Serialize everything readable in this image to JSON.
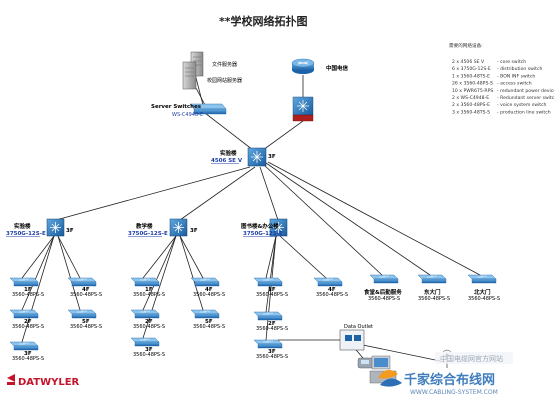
{
  "title": "**学校网络拓扑图",
  "servers": {
    "file_server": "文件服务器",
    "web_server": "校园网站服务器",
    "switch_label": "Server Switches",
    "switch_model": "WS-C4948-E"
  },
  "isp": "中国电信",
  "core": {
    "building": "实验楼",
    "model": "4506 SE V",
    "floor": "3F"
  },
  "distribution": [
    {
      "building": "实验楼",
      "model": "3750G-12S-E",
      "floor": "3F"
    },
    {
      "building": "教学楼",
      "model": "3750G-12S-E",
      "floor": "3F"
    },
    {
      "building": "图书楼&办公楼",
      "model": "3750G-12S-E",
      "floor": ""
    }
  ],
  "access_model": "3560-48PS-S",
  "floor_labels": [
    "1F",
    "2F",
    "3F",
    "4F",
    "5F"
  ],
  "edge_sites": [
    {
      "name": "食堂&后勤服务",
      "model": "3560-48PS-S"
    },
    {
      "name": "东大门",
      "model": "3560-48PS-S"
    },
    {
      "name": "北大门",
      "model": "3560-48PS-S"
    }
  ],
  "data_outlet": "Data Outlet",
  "legend": {
    "heading": "需要的网络设备:",
    "items": [
      {
        "qty": "2 x 4506 SE V",
        "desc": "- core switch"
      },
      {
        "qty": "6 x 3750G-12S-E",
        "desc": "- distribution switch"
      },
      {
        "qty": "1 x 3560-48TS-E",
        "desc": "- BON INF switch"
      },
      {
        "qty": "26 x 3560-48PS-S",
        "desc": "- access switch"
      },
      {
        "qty": "10 x PWR675-RPS",
        "desc": "- redundant power device"
      },
      {
        "qty": "2 x WS-C4948-E",
        "desc": "- Redundant server switch"
      },
      {
        "qty": "2 x 3560-48PS-E",
        "desc": "- voice system switch"
      },
      {
        "qty": "3 x 3560-48TS-S",
        "desc": "- production line switch"
      }
    ]
  },
  "brand": "DATWYLER",
  "watermark": {
    "badge": "中国电缆网官方网站",
    "cn": "千家综合布线网",
    "url": "WWW.CABLING-SYSTEM.COM"
  },
  "colors": {
    "device_blue": "#2f7fc1",
    "link": "#222222",
    "model_blue": "#1f3fa8",
    "brand_red": "#c4142a",
    "firewall_red": "#b01e1e"
  }
}
